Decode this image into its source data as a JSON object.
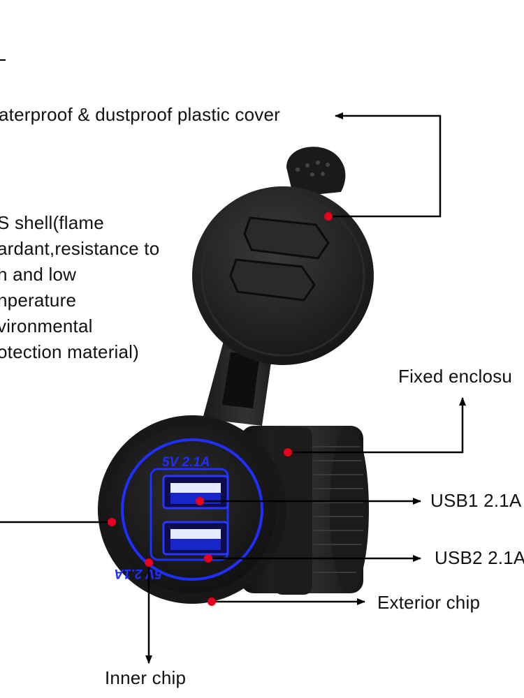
{
  "labels": {
    "cover": "aterproof & dustproof plastic cover",
    "shell_lines": [
      "S shell(flame",
      "ardant,resistance to",
      "h and low",
      "nperature",
      "vironmental",
      "otection material)"
    ],
    "enclosure": "Fixed enclosu",
    "usb1": "USB1 2.1A",
    "usb2": "USB2 2.1A",
    "exterior": "Exterior chip",
    "inner": "Inner chip"
  },
  "port_text": {
    "top": "5V 2.1A",
    "bottom": "5V 2.1A"
  },
  "colors": {
    "background": "#ffffff",
    "label_text": "#111111",
    "leader_line": "#000000",
    "marker_dot": "#e8001c",
    "led_blue": "#1f2fff",
    "body_dark": "#161616"
  }
}
